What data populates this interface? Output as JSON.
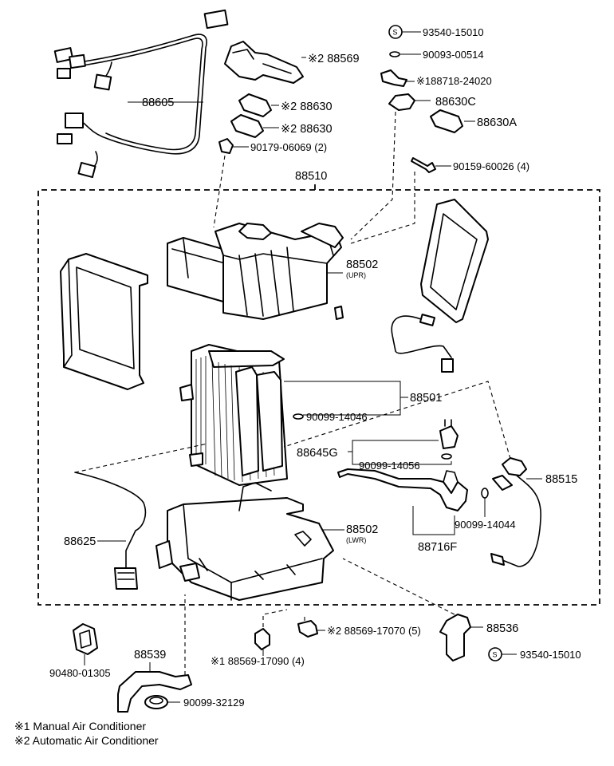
{
  "callouts": {
    "c93540_top": "93540-15010",
    "c90093": "90093-00514",
    "c188718": "※188718-24020",
    "c88630C": "88630C",
    "c88630A": "88630A",
    "c88569": "※2 88569",
    "c88630_1": "※2 88630",
    "c88630_2": "※2 88630",
    "c90179": "90179-06069 (2)",
    "c88605": "88605",
    "c90159": "90159-60026 (4)",
    "c88510": "88510",
    "c88502_upr": "88502",
    "c88502_upr_sub": "(UPR)",
    "c88501": "88501",
    "c90099_14046": "90099-14046",
    "c88645G": "88645G",
    "c90099_14056": "90099-14056",
    "c88515": "88515",
    "c90099_14044": "90099-14044",
    "c88716F": "88716F",
    "c88625": "88625",
    "c88502_lwr": "88502",
    "c88502_lwr_sub": "(LWR)",
    "c88536": "88536",
    "c88569_17070": "※2 88569-17070 (5)",
    "c88569_17090": "※1 88569-17090 (4)",
    "c93540_bot": "93540-15010",
    "c90480": "90480-01305",
    "c88539": "88539",
    "c90099_32129": "90099-32129"
  },
  "symbols": {
    "s_top": "S",
    "s_bot": "S"
  },
  "legend": {
    "note1": "※1 Manual Air Conditioner",
    "note2": "※2 Automatic Air Conditioner"
  }
}
